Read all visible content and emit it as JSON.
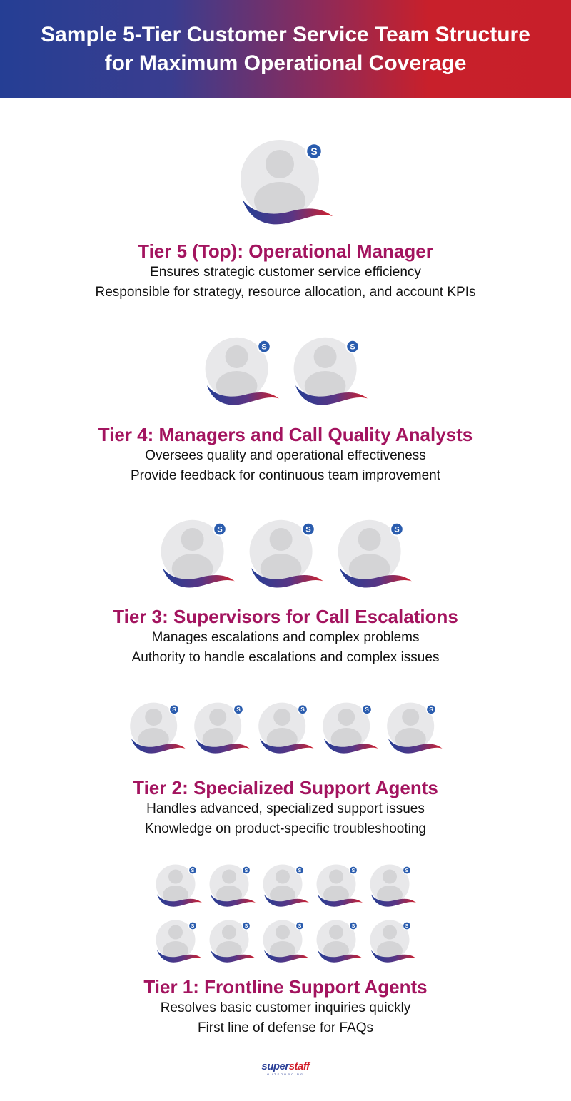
{
  "header": {
    "title_line1": "Sample 5-Tier Customer Service Team Structure",
    "title_line2": "for Maximum Operational Coverage"
  },
  "colors": {
    "header_blue": "#253e94",
    "header_red": "#c8202b",
    "tier_title": "#a3145f",
    "avatar_bg": "#e8e8ea",
    "avatar_figure": "#d4d4d6",
    "badge": "#2a5cae"
  },
  "avatar_icon": "person-avatar-icon",
  "badge_icon": "superstaff-s-badge-icon",
  "badge_letter": "S",
  "tiers": [
    {
      "avatar_count": 1,
      "title": "Tier 5 (Top): Operational Manager",
      "line1": "Ensures strategic customer service efficiency",
      "line2": "Responsible for strategy, resource allocation, and account KPIs"
    },
    {
      "avatar_count": 2,
      "title": "Tier 4: Managers and Call Quality Analysts",
      "line1": "Oversees quality and operational effectiveness",
      "line2": "Provide feedback for continuous team improvement"
    },
    {
      "avatar_count": 3,
      "title": "Tier 3: Supervisors for Call Escalations",
      "line1": "Manages escalations and complex problems",
      "line2": "Authority to handle escalations and complex issues"
    },
    {
      "avatar_count": 5,
      "title": "Tier 2: Specialized Support Agents",
      "line1": "Handles advanced, specialized support issues",
      "line2": "Knowledge on product-specific troubleshooting"
    },
    {
      "avatar_count": 10,
      "title": "Tier 1: Frontline Support Agents",
      "line1": "Resolves basic customer inquiries quickly",
      "line2": "First line of defense for FAQs"
    }
  ],
  "logo": {
    "part1": "super",
    "part2": "staff",
    "tagline": "OUTSOURCING"
  }
}
